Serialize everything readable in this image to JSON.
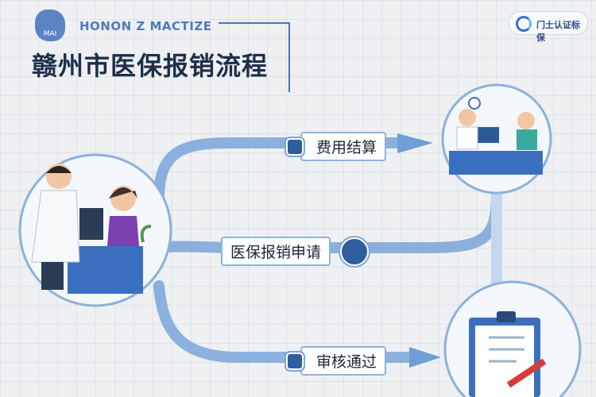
{
  "header": {
    "logo_text": "MAI",
    "brand": "HONON Z MACTIZE",
    "title": "赣州市医保报销流程",
    "badge_text": "门土认证标保"
  },
  "steps": [
    {
      "label": "费用结算",
      "icon": "document-icon"
    },
    {
      "label": "医保报销申请",
      "icon": "lock-icon"
    },
    {
      "label": "审核通过",
      "icon": "document-icon"
    }
  ],
  "colors": {
    "flow": "#6f9fd6",
    "accent": "#2f5d9e"
  }
}
